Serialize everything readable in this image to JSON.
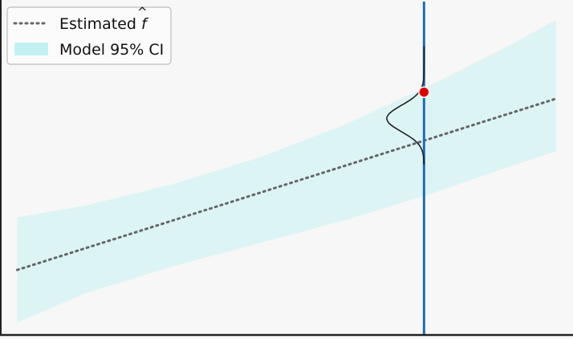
{
  "chart_data": {
    "type": "line",
    "x_range": [
      0,
      10
    ],
    "y_range": [
      -1.6,
      3.5
    ],
    "legend_position": "top-left",
    "grid": false,
    "series": [
      {
        "name": "Estimated",
        "name_suffix": "f",
        "name_suffix_accent": "^",
        "style": "dotted",
        "color": "#666666",
        "x": [
          0.3,
          9.7
        ],
        "y": [
          -0.6,
          2.0
        ]
      },
      {
        "name": "Model 95% CI",
        "style": "band",
        "color": "#b0eeee",
        "x": [
          0.3,
          1.5,
          3.0,
          4.5,
          6.0,
          7.5,
          9.0,
          9.7
        ],
        "lower": [
          -1.4,
          -0.95,
          -0.55,
          -0.2,
          0.15,
          0.55,
          1.0,
          1.2
        ],
        "upper": [
          0.2,
          0.38,
          0.7,
          1.1,
          1.6,
          2.2,
          2.86,
          3.2
        ]
      }
    ],
    "vertical_line": {
      "x": 7.4,
      "color": "#1f6fb4"
    },
    "point": {
      "x": 7.4,
      "y": 2.1,
      "color": "#e00000"
    },
    "density": {
      "x_center": 7.4,
      "mean": 1.7,
      "sd": 0.2,
      "y_extent": [
        1.0,
        2.8
      ],
      "peak_width_x": 0.65,
      "color": "#222222"
    }
  }
}
